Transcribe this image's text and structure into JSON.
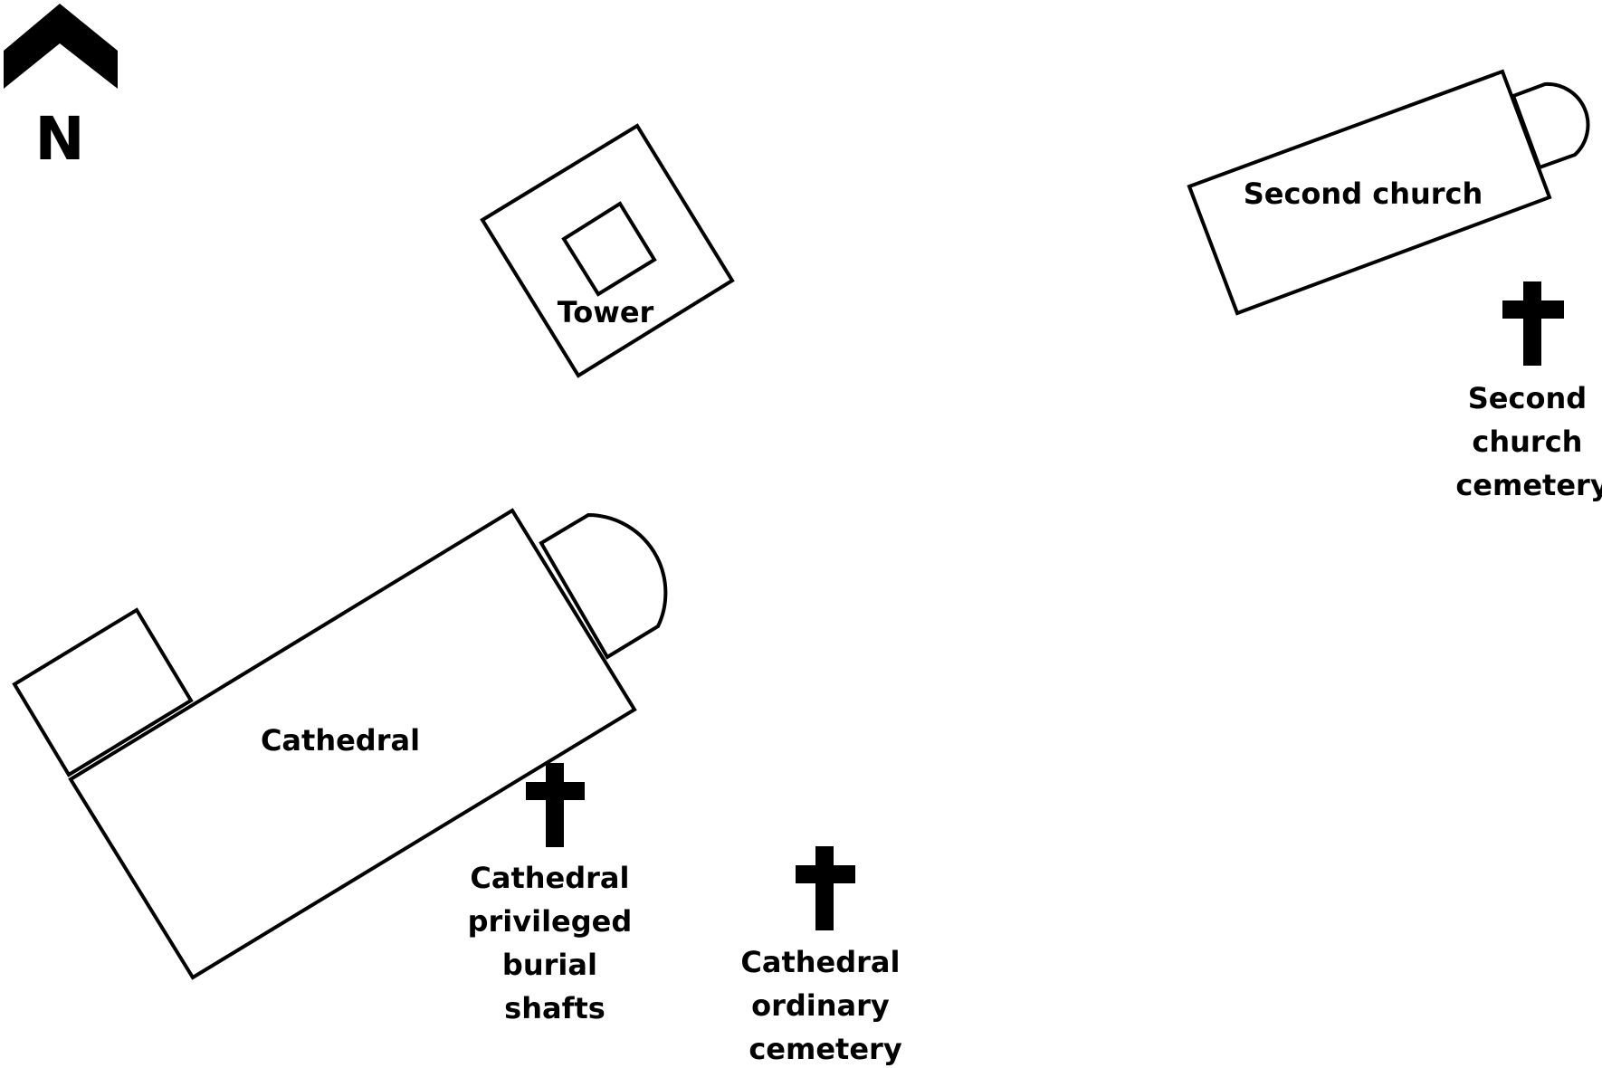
{
  "north": {
    "label": "N",
    "icon": "north-arrow-icon"
  },
  "buildings": {
    "tower": "Tower",
    "second_church": "Second church",
    "cathedral": "Cathedral"
  },
  "cemeteries": {
    "second_church_cemetery": [
      "Second",
      "church",
      "cemetery"
    ],
    "cathedral_privileged": [
      "Cathedral",
      "privileged",
      "burial",
      "shafts"
    ],
    "cathedral_ordinary": [
      "Cathedral",
      "ordinary",
      "cemetery"
    ],
    "icon": "cross-icon"
  },
  "colors": {
    "ink": "#000000",
    "background": "#ffffff"
  }
}
